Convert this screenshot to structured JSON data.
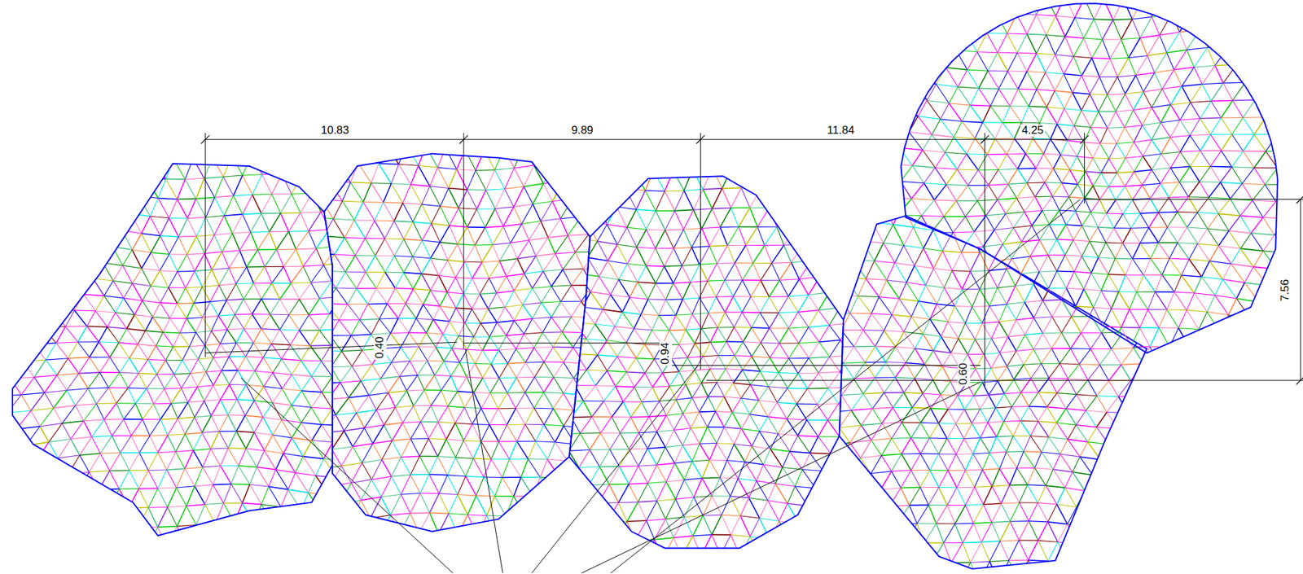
{
  "diagram": {
    "labels": [
      "10.83",
      "9.89",
      "11.84",
      "4.25",
      "0.40",
      "0.94",
      "0.60",
      "7.56"
    ]
  }
}
